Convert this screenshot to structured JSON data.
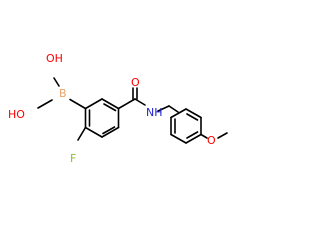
{
  "molecule": {
    "labels": {
      "boronic_oh_top": "OH",
      "boron": "B",
      "boronic_oh_left": "HO",
      "carbonyl_oxygen": "O",
      "amide_nh": "NH",
      "fluorine": "F",
      "ether_oxygen": "O"
    },
    "colors": {
      "bond": "#000000",
      "boron": "#e8a36b",
      "oxygen": "#ff0000",
      "nitrogen": "#1f1fd6",
      "fluorine": "#8cbf2a"
    }
  }
}
